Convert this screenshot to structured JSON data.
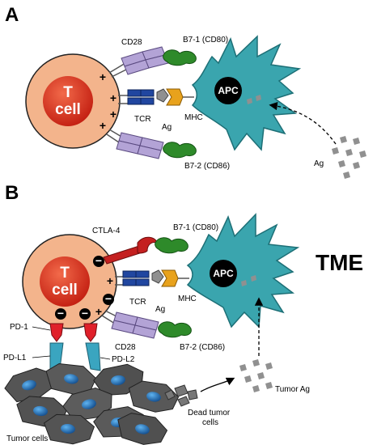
{
  "panel_a": {
    "label": "A",
    "t_cell": {
      "line1": "T",
      "line2": "cell"
    },
    "apc": "APC",
    "cd28": "CD28",
    "b71": "B7-1 (CD80)",
    "b72": "B7-2 (CD86)",
    "tcr": "TCR",
    "ag": "Ag",
    "mhc": "MHC",
    "ag_free": "Ag",
    "signs": [
      "+",
      "+",
      "+",
      "+"
    ]
  },
  "panel_b": {
    "label": "B",
    "tme": "TME",
    "t_cell": {
      "line1": "T",
      "line2": "cell"
    },
    "apc": "APC",
    "ctla4": "CTLA-4",
    "b71": "B7-1 (CD80)",
    "b72": "B7-2 (CD86)",
    "tcr": "TCR",
    "ag": "Ag",
    "mhc": "MHC",
    "cd28": "CD28",
    "pd1": "PD-1",
    "pdl1": "PD-L1",
    "pdl2": "PD-L2",
    "tumor_ag": "Tumor Ag",
    "dead_tumor_line1": "Dead tumor",
    "dead_tumor_line2": "cells",
    "tumor_cells": "Tumor cells",
    "signs": [
      "−",
      "+",
      "−",
      "−",
      "−",
      "+"
    ]
  },
  "colors": {
    "t_cell_outer": "#f3b48c",
    "t_cell_core": "#d42d1c",
    "apc": "#3aa5ae",
    "cd28": "#b3a3d6",
    "b7": "#2e8a2a",
    "tcr": "#2046a0",
    "mhc": "#e8a21c",
    "ctla4": "#c42020",
    "pd1": "#e0202a",
    "pdl": "#3aa5c0",
    "tumor": "#555555",
    "tumor_nucleus": "#1f6fb8",
    "antigen": "#909090"
  }
}
